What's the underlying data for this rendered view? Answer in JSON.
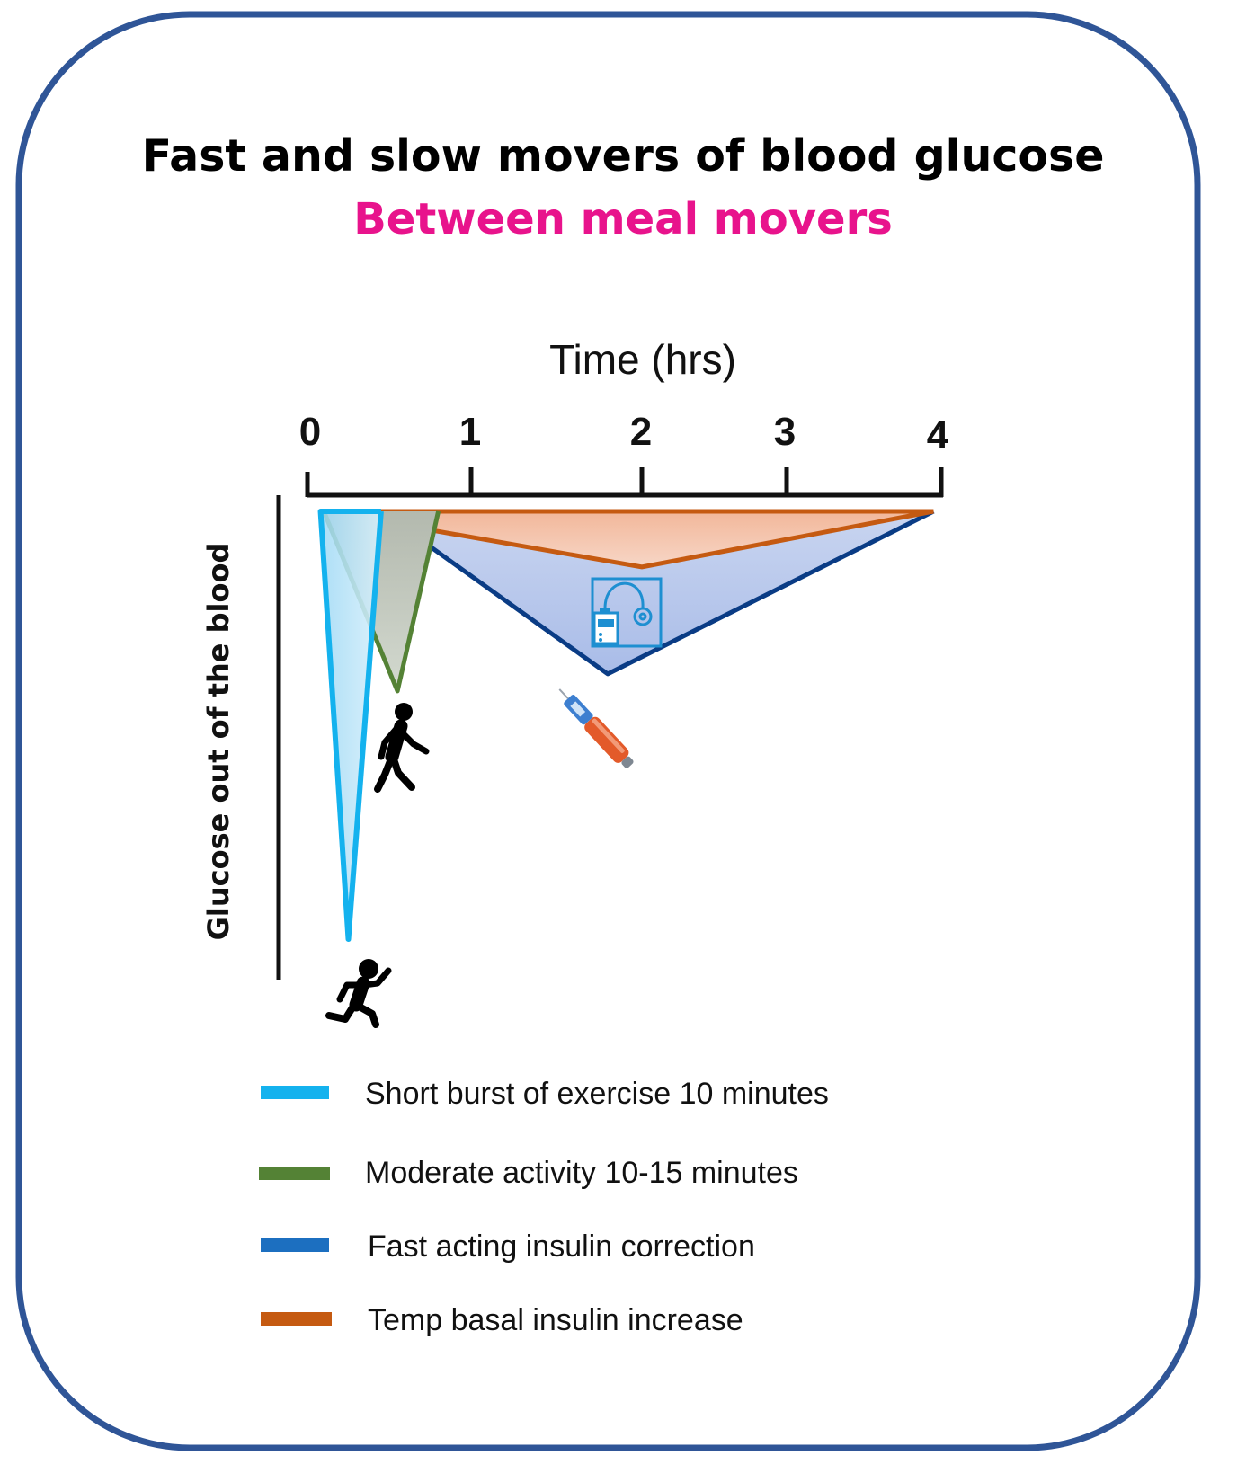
{
  "title": "Fast and slow movers of blood  glucose",
  "subtitle": "Between meal movers",
  "colors": {
    "frame": "#2f5597",
    "subtitle": "#e8138c",
    "short_burst": "#14b2ee",
    "moderate": "#548235",
    "fast_insulin": "#0a3c85",
    "temp_basal": "#c55a11"
  },
  "chart_data": {
    "type": "area",
    "xlabel": "Time (hrs)",
    "ylabel": "Glucose out of the blood",
    "x_ticks": [
      "0",
      "1",
      "2",
      "3",
      "4"
    ],
    "xlim": [
      0,
      4
    ],
    "series": [
      {
        "name": "Short burst of exercise 10 minutes",
        "color": "#14b2ee",
        "start": 0.08,
        "peak_time": 0.25,
        "end": 0.45,
        "peak_depth": 1.0
      },
      {
        "name": "Moderate activity 10-15 minutes",
        "color": "#548235",
        "start": 0.1,
        "peak_time": 0.55,
        "end": 0.8,
        "peak_depth": 0.42
      },
      {
        "name": "Fast acting insulin correction",
        "color": "#0a3c85",
        "start": 0.45,
        "peak_time": 1.8,
        "end": 3.95,
        "peak_depth": 0.38
      },
      {
        "name": "Temp basal  insulin increase",
        "color": "#c55a11",
        "start": 0.1,
        "peak_time": 2.0,
        "end": 3.95,
        "peak_depth": 0.13
      }
    ]
  },
  "icons": [
    "runner-icon",
    "walker-icon",
    "insulin-pen-icon",
    "insulin-pump-icon"
  ]
}
